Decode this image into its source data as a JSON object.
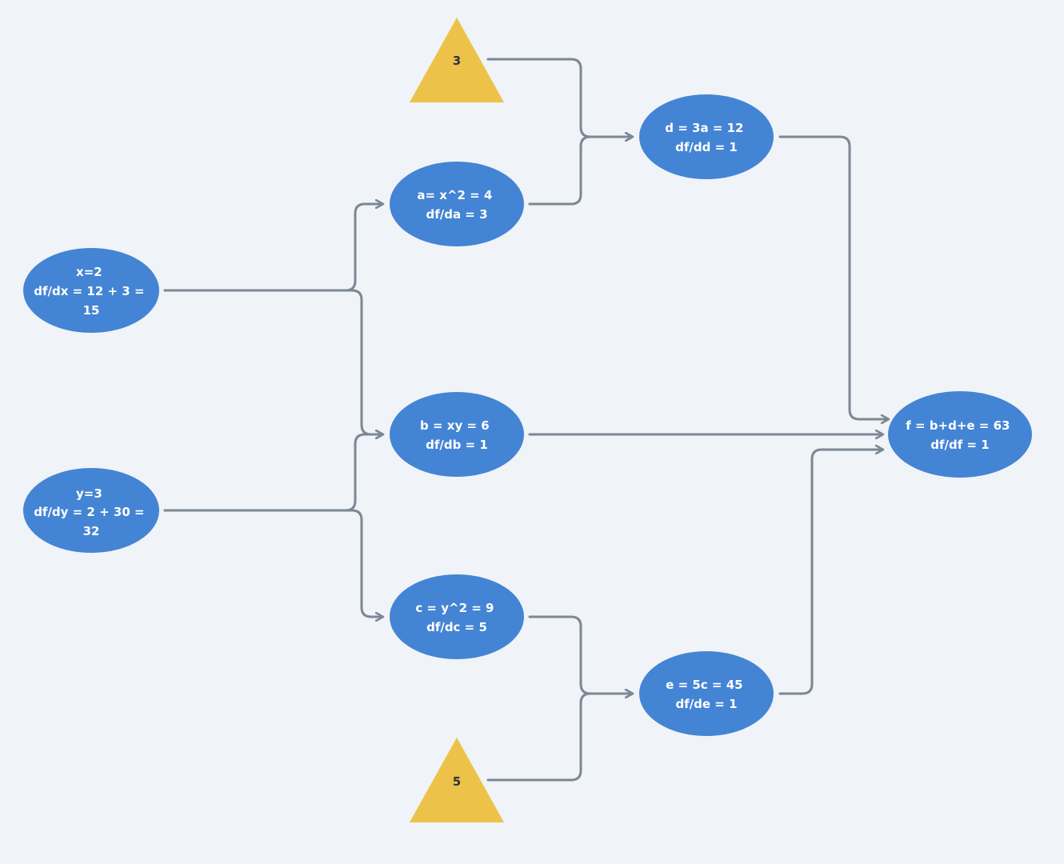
{
  "colors": {
    "background": "#f0f3f7",
    "node_fill": "#4484d4",
    "constant_fill": "#ecc248",
    "edge": "#7d8794",
    "node_text": "#ffffff",
    "constant_text": "#2d3340"
  },
  "nodes": {
    "x": {
      "lines": [
        "x=2",
        "df/dx = 12 + 3 =",
        "15"
      ]
    },
    "y": {
      "lines": [
        "y=3",
        "df/dy = 2 + 30 =",
        "32"
      ]
    },
    "a": {
      "lines": [
        "a= x^2 = 4",
        "df/da = 3"
      ]
    },
    "b": {
      "lines": [
        "b = xy = 6",
        "df/db = 1"
      ]
    },
    "c": {
      "lines": [
        "c = y^2 = 9",
        "df/dc = 5"
      ]
    },
    "d": {
      "lines": [
        "d = 3a = 12",
        "df/dd = 1"
      ]
    },
    "e": {
      "lines": [
        "e = 5c = 45",
        "df/de = 1"
      ]
    },
    "f": {
      "lines": [
        "f = b+d+e = 63",
        "df/df = 1"
      ]
    }
  },
  "constants": {
    "three": "3",
    "five": "5"
  },
  "edges": [
    {
      "from": "x",
      "to": "a"
    },
    {
      "from": "x",
      "to": "b"
    },
    {
      "from": "y",
      "to": "b"
    },
    {
      "from": "y",
      "to": "c"
    },
    {
      "from": "three",
      "to": "d"
    },
    {
      "from": "a",
      "to": "d"
    },
    {
      "from": "c",
      "to": "e"
    },
    {
      "from": "five",
      "to": "e"
    },
    {
      "from": "d",
      "to": "f"
    },
    {
      "from": "b",
      "to": "f"
    },
    {
      "from": "e",
      "to": "f"
    }
  ]
}
